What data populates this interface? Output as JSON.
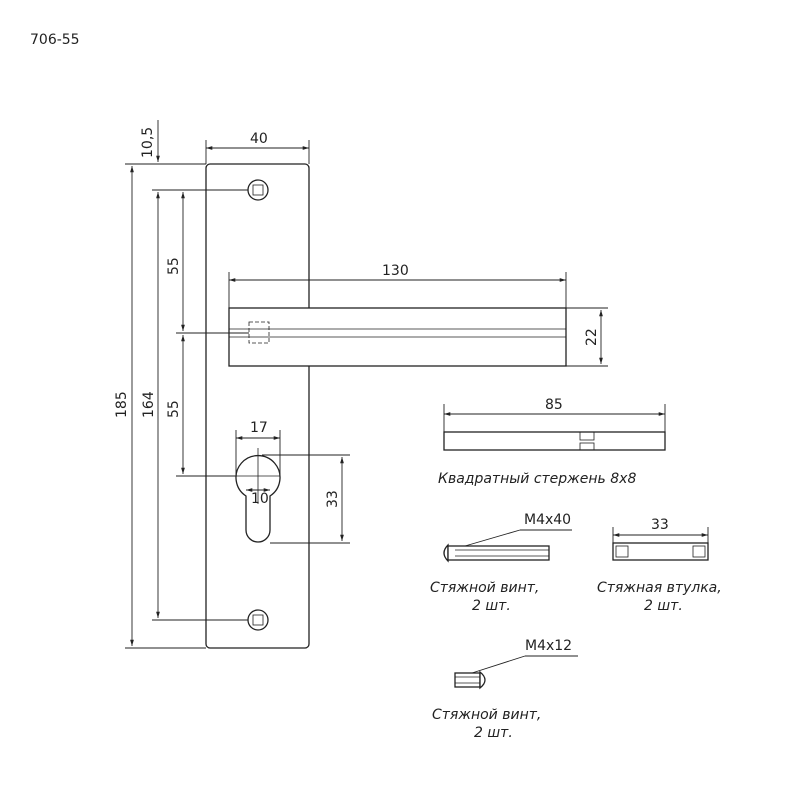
{
  "model": "706-55",
  "dims": {
    "top_offset": "10,5",
    "plate_width": "40",
    "lever_length": "130",
    "lever_width": "22",
    "spacing_upper": "55",
    "spacing_lower": "55",
    "screw_spacing": "164",
    "plate_height": "185",
    "cyl_width": "17",
    "cyl_round": "10",
    "cyl_height": "33"
  },
  "spindle": {
    "length": "85",
    "caption": "Квадратный стержень 8x8"
  },
  "screw_long": {
    "size": "M4x40",
    "caption_line1": "Стяжной винт,",
    "caption_line2": "2 шт."
  },
  "bushing": {
    "length": "33",
    "caption_line1": "Стяжная втулка,",
    "caption_line2": "2 шт."
  },
  "screw_short": {
    "size": "M4x12",
    "caption_line1": "Стяжной винт,",
    "caption_line2": "2 шт."
  }
}
